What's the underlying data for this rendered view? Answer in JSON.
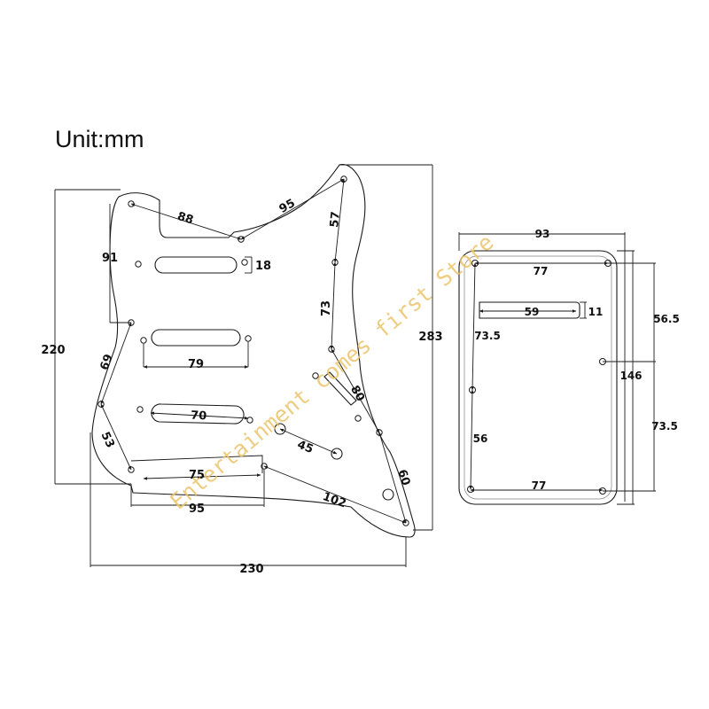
{
  "unit_label": "Unit:mm",
  "watermark": "Entertainment comes first Store",
  "pickguard": {
    "dims": {
      "width_overall": "230",
      "height_right": "283",
      "height_left": "220",
      "upper_left_vertical": "91",
      "top_left_diag": "88",
      "top_right_diag": "95",
      "horn_vertical": "57",
      "right_mid_vertical": "73",
      "left_lower_diag": "69",
      "left_bottom_diag": "53",
      "pickup_slot_height": "18",
      "pickup_mid_width": "79",
      "pickup_bridge_width": "70",
      "bottom_inner_width": "75",
      "bottom_outer_width": "95",
      "switch_slot": "80",
      "knob_spacing": "45",
      "right_lower": "60",
      "bottom_diag": "102"
    }
  },
  "backplate": {
    "dims": {
      "outer_width": "93",
      "top_hole_spacing": "77",
      "slot_width": "59",
      "slot_height": "11",
      "right_upper": "56.5",
      "left_upper": "73.5",
      "height_overall": "146",
      "left_lower": "56",
      "right_lower": "73.5",
      "bottom_hole_spacing": "77"
    }
  },
  "colors": {
    "line": "#1a1a1a",
    "watermark": "#ecc46a",
    "background": "#ffffff"
  }
}
